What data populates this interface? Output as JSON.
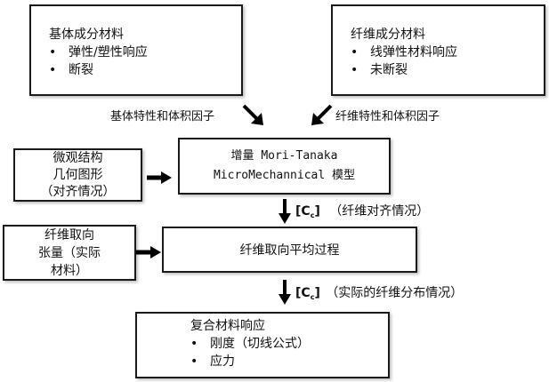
{
  "matrix_box": {
    "title": "基体成分材料",
    "items": [
      "弹性/塑性响应",
      "断裂"
    ]
  },
  "fiber_box": {
    "title": "纤维成分材料",
    "items": [
      "线弹性材料响应",
      "未断裂"
    ]
  },
  "matrix_label": "基体特性和体积因子",
  "fiber_label": "纤维特性和体积因子",
  "microstructure_box": {
    "lines": [
      "微观结构",
      "几何图形",
      "（对齐情况）"
    ]
  },
  "model_box": {
    "line1": "增量 Mori-Tanaka",
    "line2": "MicroMechannical 模型"
  },
  "cc_label_1": {
    "symbol": "[C",
    "subscript": "c",
    "close": "]",
    "text": "（纤维对齐情况）"
  },
  "orientation_tensor_box": {
    "lines": [
      "纤维取向",
      "张量（实际",
      "材料）"
    ]
  },
  "averaging_box": {
    "text": "纤维取向平均过程"
  },
  "cc_label_2": {
    "symbol": "[C",
    "subscript": "c",
    "close": "]",
    "text": "（实际的纤维分布情况）"
  },
  "composite_box": {
    "title": "复合材料响应",
    "items": [
      "刚度（切线公式）",
      "应力"
    ]
  },
  "bullet_char": "•"
}
